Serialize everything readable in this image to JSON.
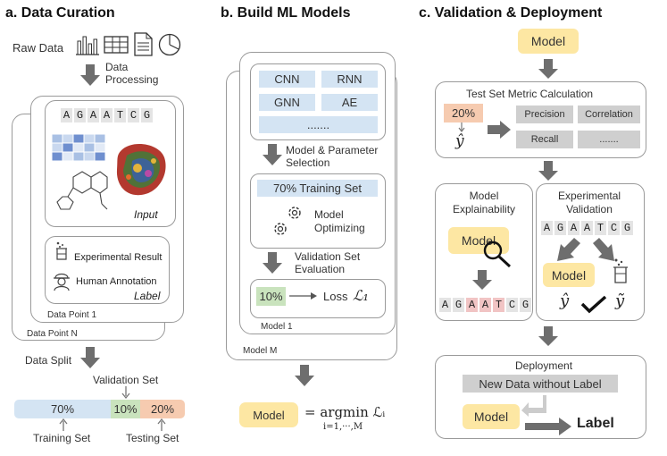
{
  "panel_a": {
    "title": "a. Data Curation",
    "raw_data_label": "Raw Data",
    "data_processing_label": "Data\nProcessing",
    "dna_letters": [
      "A",
      "G",
      "A",
      "A",
      "T",
      "C",
      "G"
    ],
    "input_label": "Input",
    "experimental_result": "Experimental Result",
    "human_annotation": "Human Annotation",
    "label_label": "Label",
    "data_point_1": "Data Point 1",
    "data_point_n": "Data Point N",
    "data_split_label": "Data Split",
    "validation_set_label": "Validation Set",
    "training_pct": "70%",
    "validation_pct": "10%",
    "testing_pct": "20%",
    "training_set_label": "Training Set",
    "testing_set_label": "Testing Set"
  },
  "panel_b": {
    "title": "b. Build ML Models",
    "models": [
      "CNN",
      "RNN",
      "GNN",
      "AE"
    ],
    "more": ".......",
    "selection_label": "Model & Parameter\nSelection",
    "training_set": "70% Training Set",
    "optimizing_label": "Model\nOptimizing",
    "validation_eval_label": "Validation Set\nEvaluation",
    "val_pct": "10%",
    "loss_label": "Loss",
    "loss_symbol": "ℒ₁",
    "model_1": "Model 1",
    "model_m": "Model M",
    "model_box": "Model",
    "argmin_equation": "= argmin ℒᵢ",
    "argmin_subscript": "i=1,···,M"
  },
  "panel_c": {
    "title": "c. Validation & Deployment",
    "model_top": "Model",
    "metric_title": "Test Set Metric Calculation",
    "metric_pct": "20%",
    "y_hat": "ŷ",
    "metrics": [
      "Precision",
      "Correlation",
      "Recall",
      "......."
    ],
    "explain_title": "Model\nExplainability",
    "explain_model": "Model",
    "explain_dna": [
      "A",
      "G",
      "A",
      "A",
      "T",
      "C",
      "G"
    ],
    "experimental_title": "Experimental\nValidation",
    "exp_dna": [
      "A",
      "G",
      "A",
      "A",
      "T",
      "C",
      "G"
    ],
    "exp_model": "Model",
    "y_tilde": "ỹ",
    "deploy_title": "Deployment",
    "new_data": "New Data without Label",
    "deploy_model": "Model",
    "deploy_label": "Label"
  },
  "colors": {
    "blue": "#d4e4f3",
    "green": "#c9e3bd",
    "orange": "#f6cbb0",
    "yellow": "#fde7a3",
    "grey": "#cfcfcf",
    "arrow": "#6e6e6e",
    "highlight": "#f1c4c4"
  }
}
